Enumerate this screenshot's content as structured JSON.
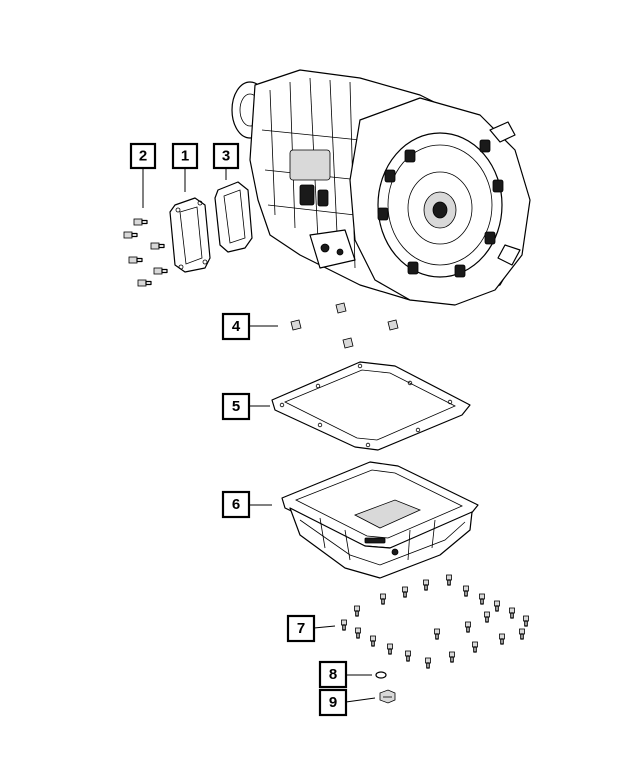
{
  "callouts": [
    {
      "id": "c2",
      "label": "2"
    },
    {
      "id": "c1",
      "label": "1"
    },
    {
      "id": "c3",
      "label": "3"
    },
    {
      "id": "c4",
      "label": "4"
    },
    {
      "id": "c5",
      "label": "5"
    },
    {
      "id": "c6",
      "label": "6"
    },
    {
      "id": "c7",
      "label": "7"
    },
    {
      "id": "c8",
      "label": "8"
    },
    {
      "id": "c9",
      "label": "9"
    }
  ]
}
